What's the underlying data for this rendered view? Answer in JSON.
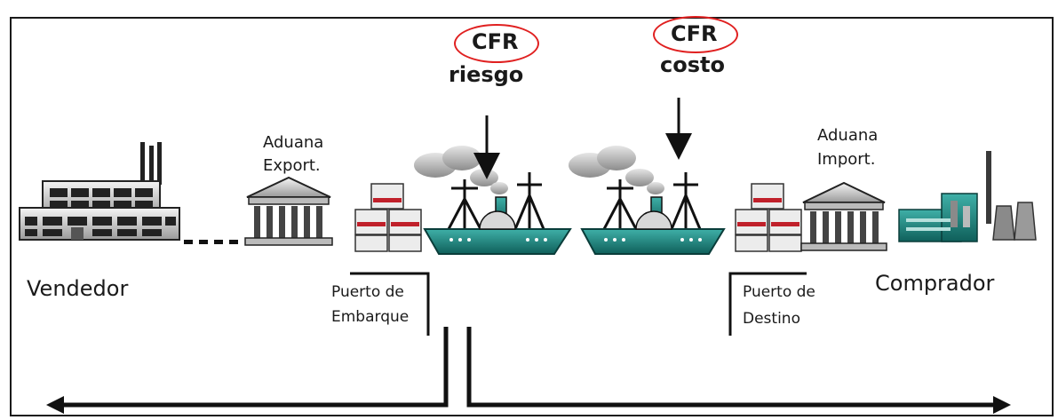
{
  "cfr_risk": {
    "top": "CFR",
    "bottom": "riesgo"
  },
  "cfr_cost": {
    "top": "CFR",
    "bottom": "costo"
  },
  "aduana_export": {
    "line1": "Aduana",
    "line2": "Export."
  },
  "aduana_import": {
    "line1": "Aduana",
    "line2": "Import."
  },
  "vendedor": "Vendedor",
  "comprador": "Comprador",
  "puerto_embarque": {
    "line1": "Puerto de",
    "line2": "Embarque"
  },
  "puerto_destino": {
    "line1": "Puerto de",
    "line2": "Destino"
  },
  "colors": {
    "highlight": "#e02020",
    "ship": "#1d8a84",
    "line": "#111111"
  }
}
